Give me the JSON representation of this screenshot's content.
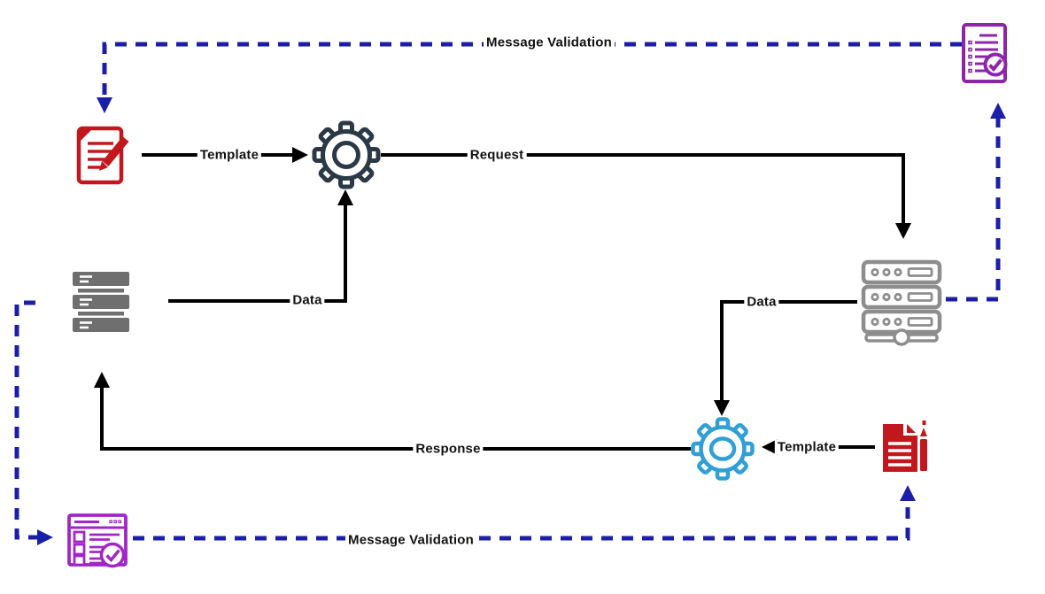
{
  "diagram": {
    "type": "flow-diagram",
    "colors": {
      "background": "#ffffff",
      "label_text": "#111111",
      "solid_arrow": "#000000",
      "validation_blue": "#1b1fa8",
      "template_red": "#c2181d",
      "validation_purple_top": "#8e24aa",
      "validation_purple_bottom": "#a226c6",
      "server_gray": "#6f6f6f",
      "rack_gray": "#8d8d8d",
      "engine_dark": "#2b3947",
      "engine_blue": "#2f9fd6"
    },
    "nodes": [
      {
        "id": "template-document-top-left",
        "icon": "document-edit-icon",
        "color": "#c2181d"
      },
      {
        "id": "template-engine-top",
        "icon": "gear-icon",
        "color": "#2b3947"
      },
      {
        "id": "message-validation-doc-top-right",
        "icon": "checklist-check-icon",
        "color": "#8e24aa"
      },
      {
        "id": "database-server-left",
        "icon": "server-stack-icon",
        "color": "#6f6f6f"
      },
      {
        "id": "server-rack-right",
        "icon": "server-rack-icon",
        "color": "#8d8d8d"
      },
      {
        "id": "template-engine-bottom",
        "icon": "gear-icon",
        "color": "#2f9fd6"
      },
      {
        "id": "template-document-bottom-right",
        "icon": "document-pen-icon",
        "color": "#c2181d"
      },
      {
        "id": "message-validation-window-bottom-left",
        "icon": "checklist-window-icon",
        "color": "#a226c6"
      }
    ],
    "edges": [
      {
        "id": "template-doc-to-engine-top",
        "from": "template-document-top-left",
        "to": "template-engine-top",
        "label": "Template",
        "style": "solid"
      },
      {
        "id": "engine-top-to-server-rack",
        "from": "template-engine-top",
        "to": "server-rack-right",
        "label": "Request",
        "style": "solid"
      },
      {
        "id": "database-to-engine-top",
        "from": "database-server-left",
        "to": "template-engine-top",
        "label": "Data",
        "style": "solid"
      },
      {
        "id": "server-rack-to-engine-bottom",
        "from": "server-rack-right",
        "to": "template-engine-bottom",
        "label": "Data",
        "style": "solid"
      },
      {
        "id": "template-doc-to-engine-bottom",
        "from": "template-document-bottom-right",
        "to": "template-engine-bottom",
        "label": "Template",
        "style": "solid"
      },
      {
        "id": "engine-bottom-to-database",
        "from": "template-engine-bottom",
        "to": "database-server-left",
        "label": "Response",
        "style": "solid"
      },
      {
        "id": "validation-top-to-template-doc",
        "from": "message-validation-doc-top-right",
        "to": "template-document-top-left",
        "label": "Message Validation",
        "style": "dashed"
      },
      {
        "id": "server-rack-to-validation-top",
        "from": "server-rack-right",
        "to": "message-validation-doc-top-right",
        "label": "",
        "style": "dashed"
      },
      {
        "id": "database-to-validation-bottom",
        "from": "database-server-left",
        "to": "message-validation-window-bottom-left",
        "label": "",
        "style": "dashed"
      },
      {
        "id": "validation-bottom-to-template-doc-bottom",
        "from": "message-validation-window-bottom-left",
        "to": "template-document-bottom-right",
        "label": "Message Validation",
        "style": "dashed"
      }
    ]
  }
}
